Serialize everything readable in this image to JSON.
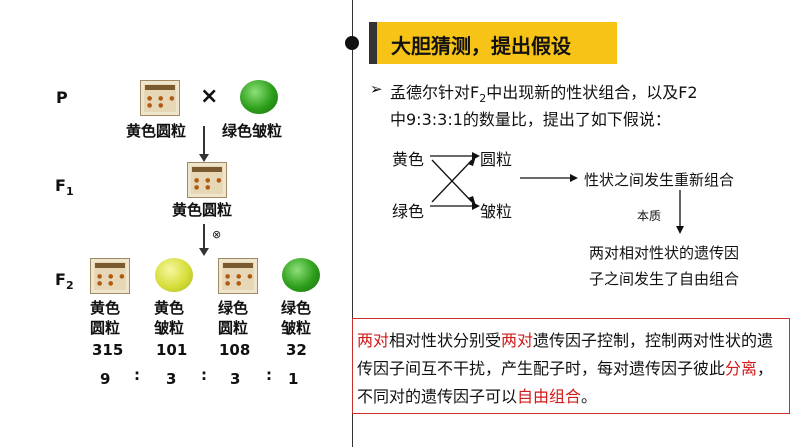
{
  "section_title": "大胆猜测，提出假设",
  "left": {
    "p_label": "P",
    "f1_label": "F",
    "f1_sub": "1",
    "f2_label": "F",
    "f2_sub": "2",
    "cross_symbol": "×",
    "self_symbol": "⊗",
    "parent1": "黄色圆粒",
    "parent2": "绿色皱粒",
    "f1_child": "黄色圆粒",
    "f2": [
      {
        "line1": "黄色",
        "line2": "圆粒",
        "count": "315",
        "ratio": "9"
      },
      {
        "line1": "黄色",
        "line2": "皱粒",
        "count": "101",
        "ratio": "3"
      },
      {
        "line1": "绿色",
        "line2": "圆粒",
        "count": "108",
        "ratio": "3"
      },
      {
        "line1": "绿色",
        "line2": "皱粒",
        "count": "32",
        "ratio": "1"
      }
    ],
    "colon": ":"
  },
  "bullet": {
    "marker": "➢",
    "line1_a": "孟德尔针对F",
    "line1_sub": "2",
    "line1_b": "中出现新的性状组合，以及F2",
    "line2": "中9:3:3:1的数量比，提出了如下假说："
  },
  "diagram": {
    "huangse": "黄色",
    "lvse": "绿色",
    "yuanli": "圆粒",
    "zhouli": "皱粒",
    "result": "性状之间发生重新组合",
    "benzhi": "本质",
    "conclusion_line1": "两对相对性状的遗传因",
    "conclusion_line2": "子之间发生了自由组合"
  },
  "summary": {
    "p1_red": "两对",
    "p2": "相对性状分别受",
    "p3_red": "两对",
    "p4": "遗传因子控制，控制两对性状的遗传因子间互不干扰，产生配子时，每对遗传因子彼此",
    "p5_red": "分离",
    "p6": "，不同对的遗传因子可以",
    "p7_red": "自由组合",
    "p8": "。"
  },
  "colors": {
    "accent": "#f6c316",
    "red": "#d11a1a",
    "box_border": "#c9302c"
  }
}
